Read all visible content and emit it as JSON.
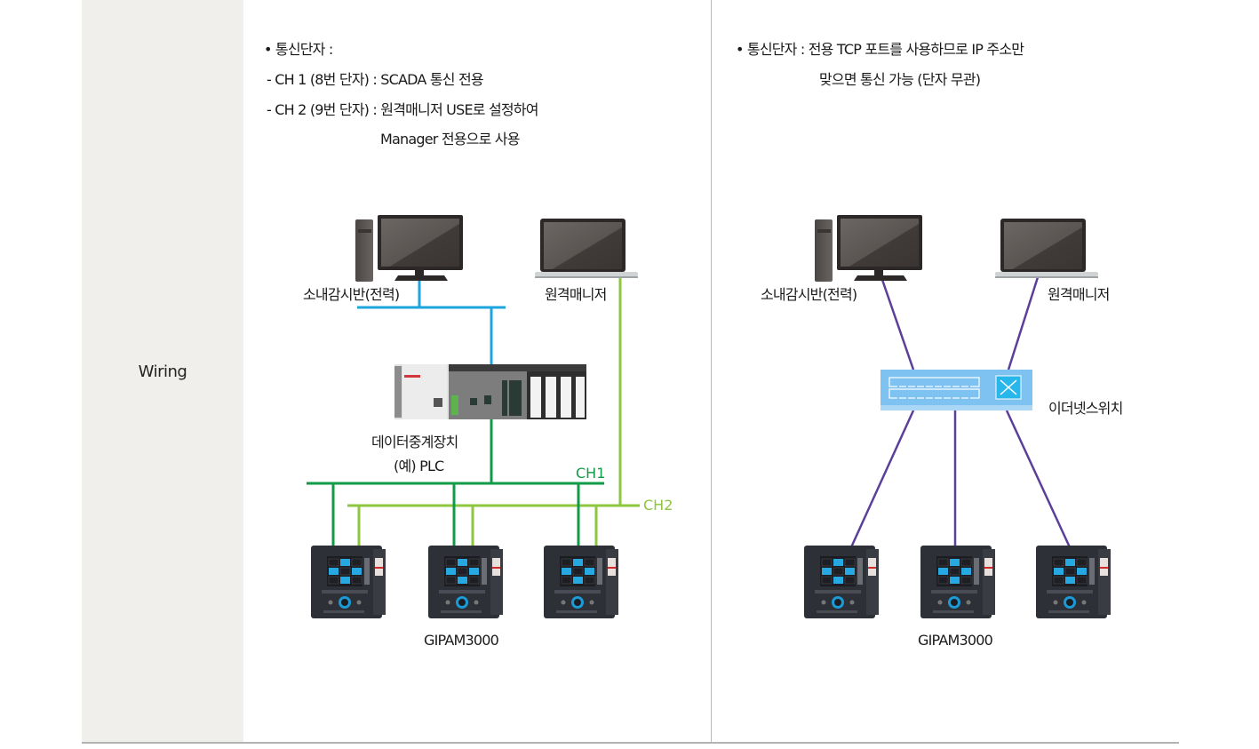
{
  "row_label": "Wiring",
  "left_panel": {
    "notes": [
      "• 통신단자 :",
      "- CH 1 (8번 단자) : SCADA 통신 전용",
      "- CH 2 (9번 단자) : 원격매니저 USE로 설정하여",
      "Manager 전용으로 사용"
    ],
    "devices": {
      "monitor_pc": "소내감시반(전력)",
      "remote_manager": "원격매니저",
      "plc_line1": "데이터중계장치",
      "plc_line2": "(예) PLC",
      "relay": "GIPAM3000"
    },
    "channels": {
      "ch1": "CH1",
      "ch2": "CH2"
    }
  },
  "right_panel": {
    "notes": [
      "• 통신단자 : 전용 TCP 포트를 사용하므로 IP 주소만",
      "맞으면 통신 가능 (단자 무관)"
    ],
    "devices": {
      "monitor_pc": "소내감시반(전력)",
      "remote_manager": "원격매니저",
      "switch": "이더넷스위치",
      "relay": "GIPAM3000"
    }
  },
  "colors": {
    "scada_line": "#1ea5de",
    "ch1_line": "#129b47",
    "ch2_line": "#8dc63f",
    "ethernet_line": "#5b3f98",
    "switch_body": "#7ec2f1"
  }
}
